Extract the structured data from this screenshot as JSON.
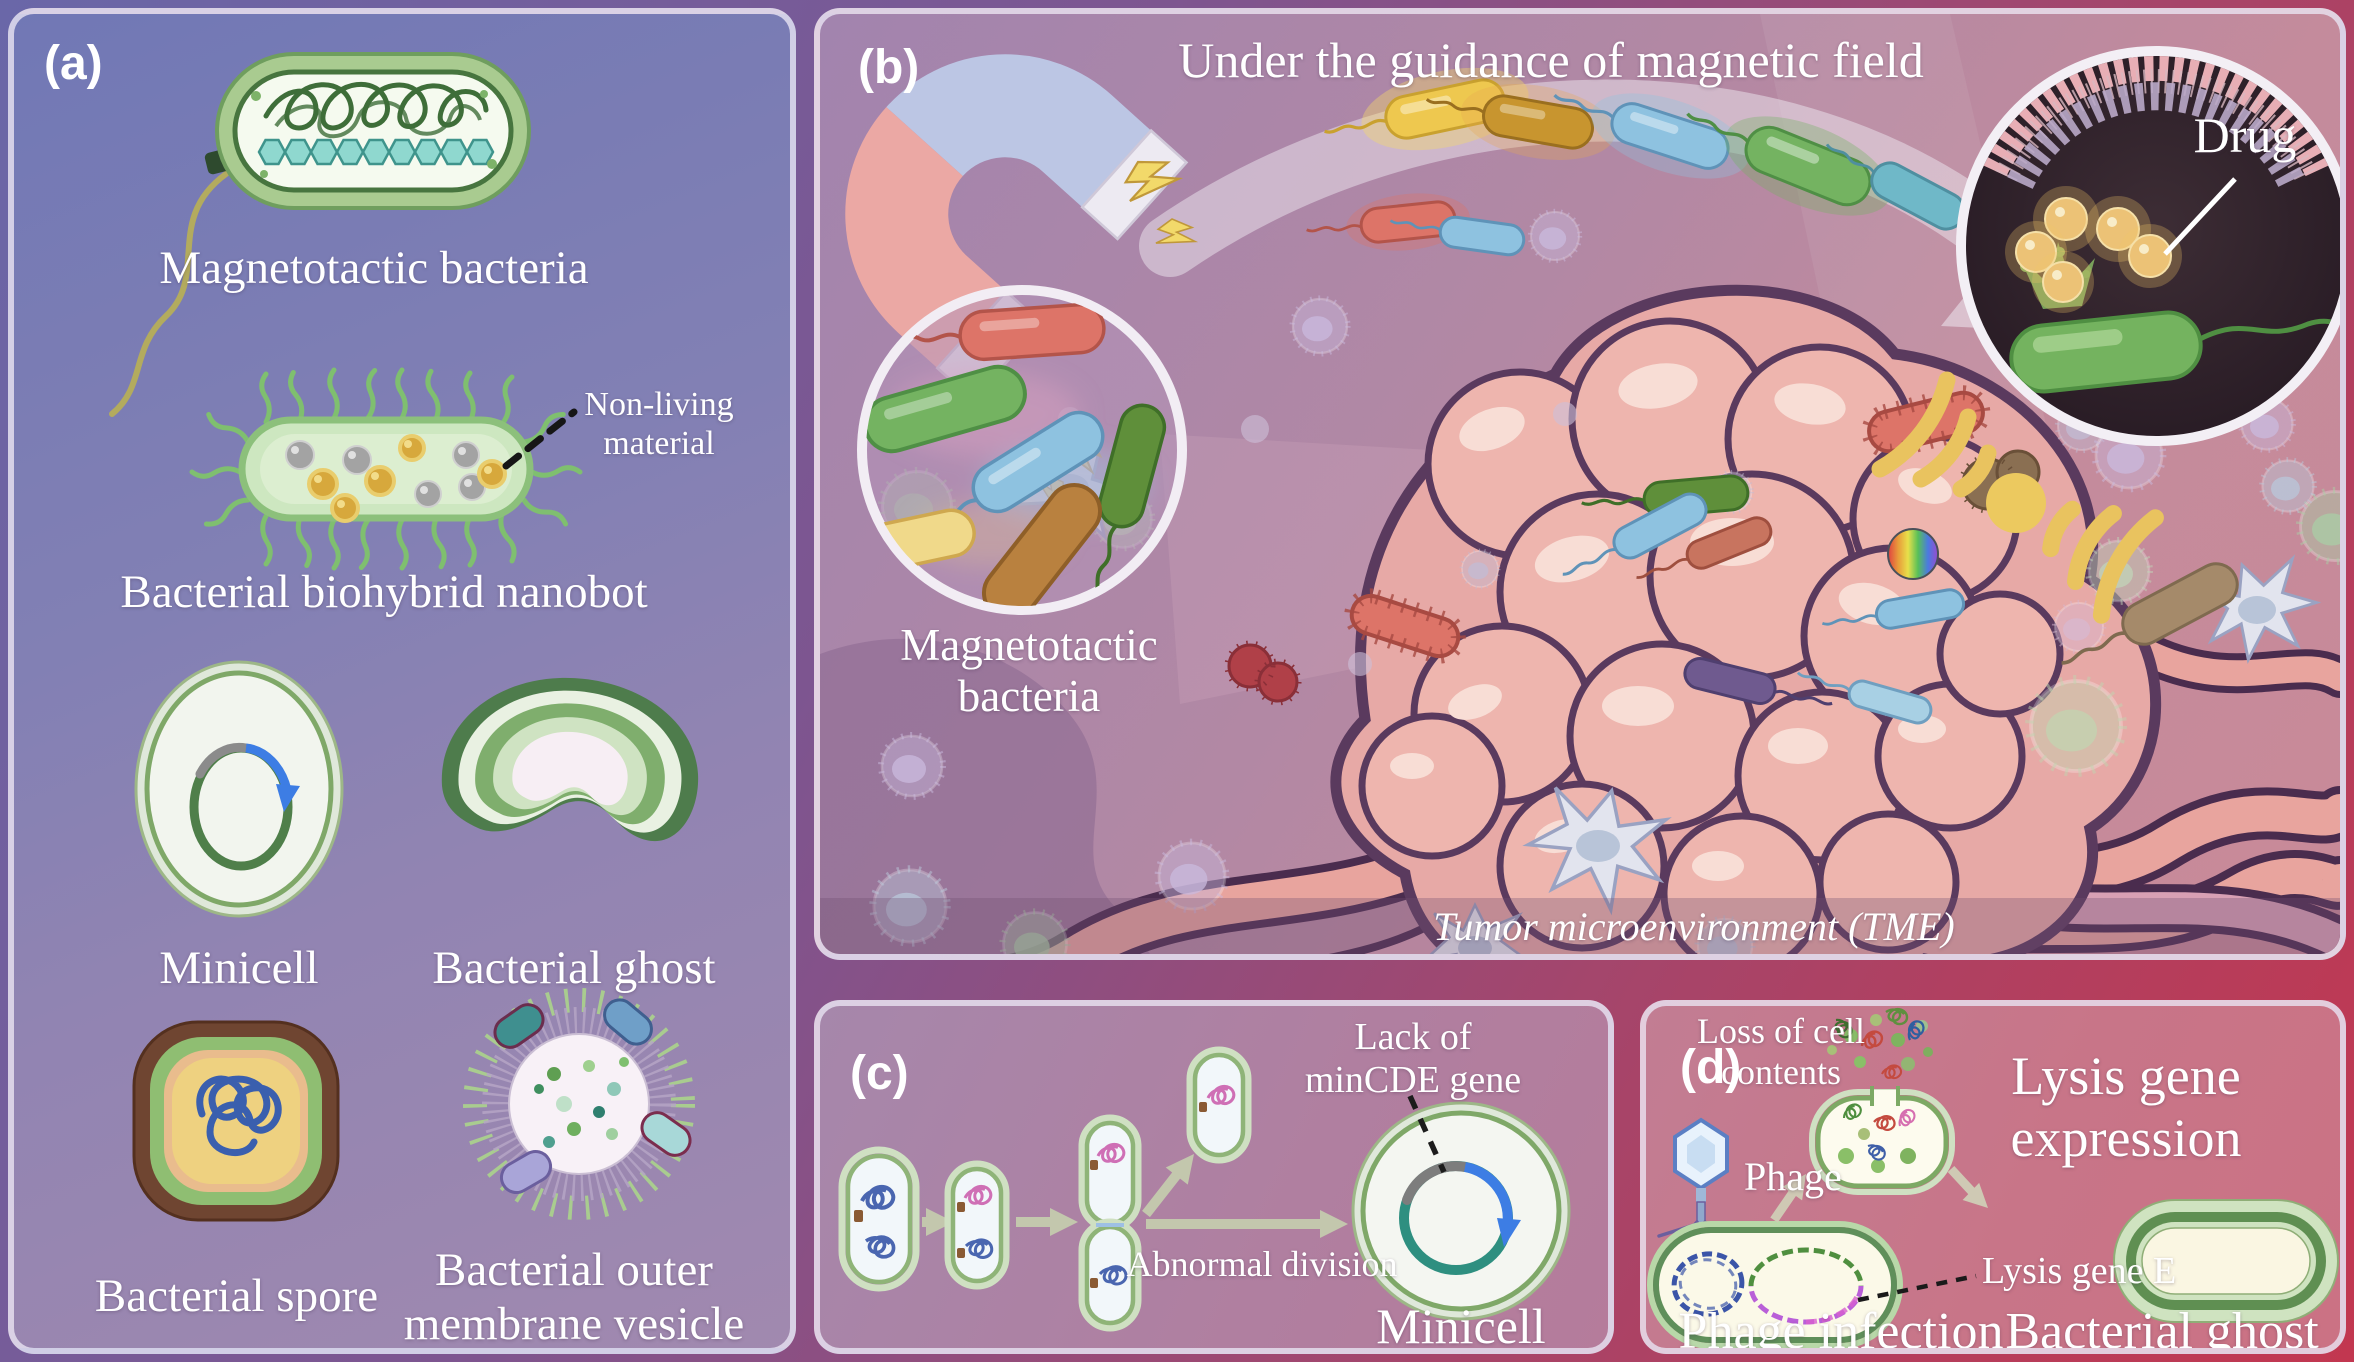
{
  "panels": {
    "a": {
      "letter": "(a)",
      "items": {
        "magnetotactic": "Magnetotactic bacteria",
        "nonliving_annotation": "Non-living material",
        "biohybrid": "Bacterial biohybrid nanobot",
        "minicell": "Minicell",
        "ghost": "Bacterial ghost",
        "spore": "Bacterial spore",
        "omv": "Bacterial outer membrane vesicle"
      }
    },
    "b": {
      "letter": "(b)",
      "title": "Under the guidance of magnetic field",
      "mtb_label": "Magnetotactic bacteria",
      "drug_label": "Drug",
      "tme_label": "Tumor microenvironment (TME)"
    },
    "c": {
      "letter": "(c)",
      "lack_label": "Lack of minCDE gene",
      "abnormal_label": "Abnormal division",
      "minicell_label": "Minicell"
    },
    "d": {
      "letter": "(d)",
      "loss_label": "Loss of cell contents",
      "phage_label": "Phage",
      "lysis_gene_label": "Lysis gene E",
      "expression_label": "Lysis gene expression",
      "infection_label": "Phage infection",
      "ghost_label": "Bacterial ghost"
    }
  },
  "palette": {
    "frame_gradient_start": "#6a67a8",
    "frame_gradient_end": "#c23750",
    "panel_a_top": "#7178b5",
    "panel_a_bottom": "#a189af",
    "panel_b_mauve": "#b288a4",
    "panel_c_mauve": "#ab81a4",
    "panel_d_rose": "#c87588",
    "label_text": "#ffffff",
    "bacteria_green": "#74b361",
    "capsule_border_green": "#6f9e5e",
    "magnetosome_teal": "#8fd8cf",
    "magnet_blue": "#bcc6e4",
    "magnet_pink": "#eba8a4",
    "lightning_yellow": "#f2d96a",
    "tumor_pink": "#eeb5ae",
    "tumor_outline": "#5a3a5e",
    "vessel_pink": "#e8a49e",
    "drug_gold": "#ecc276",
    "signal_yellow": "#e9c35f",
    "plasmid_blue": "#3d7de4",
    "plasmid_teal": "#2e8f80",
    "dna_blue": "#4a66b0",
    "dna_pink": "#cf6fb5",
    "lysis_plasmid_green": "#4f8f3f",
    "lysis_plasmid_purple": "#b95fd8"
  }
}
